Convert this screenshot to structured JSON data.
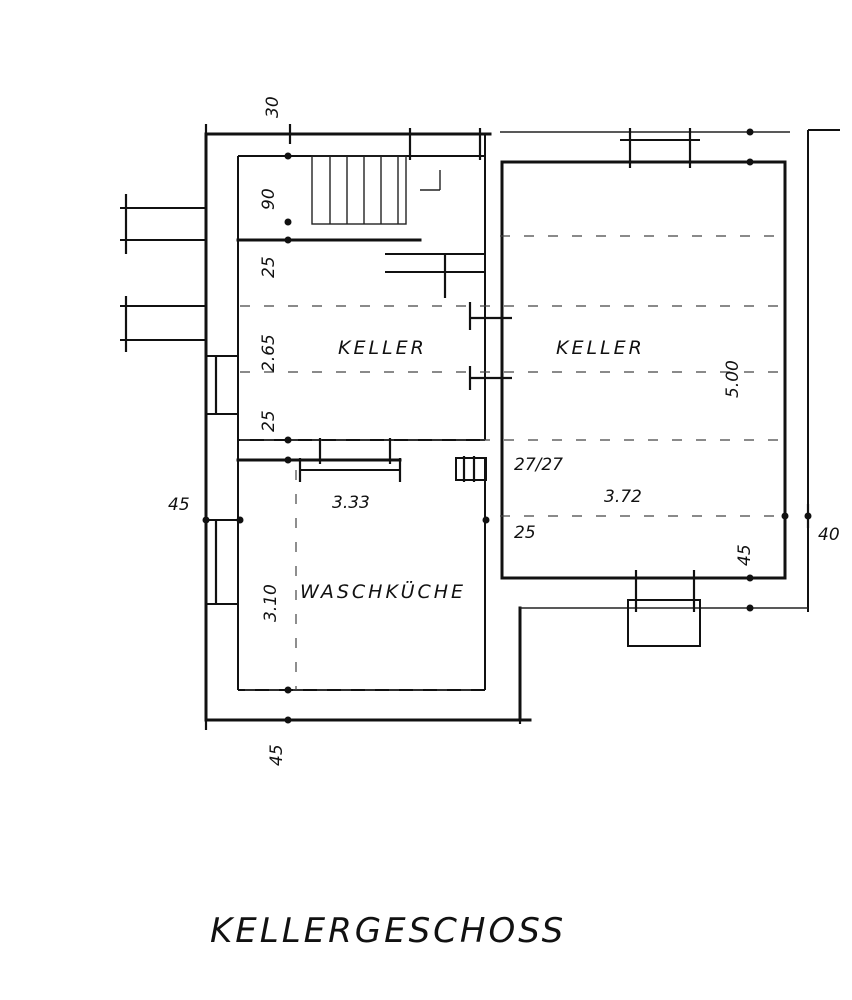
{
  "plan": {
    "title": "KELLERGESCHOSS",
    "rooms": {
      "keller_left": "KELLER",
      "keller_right": "KELLER",
      "waschkuche": "WASCHKÜCHE"
    },
    "dimensions": {
      "top_30": "30",
      "stair_90": "90",
      "wall_25_upper": "25",
      "height_265": "2.65",
      "wall_25_lower": "25",
      "left_45": "45",
      "width_333": "3.33",
      "width_372": "3.72",
      "wall_2727": "27/27",
      "wall_25_mid": "25",
      "height_310": "3.10",
      "height_500": "5.00",
      "right_40": "40",
      "right_45_small": "45",
      "bottom_45": "45"
    }
  }
}
